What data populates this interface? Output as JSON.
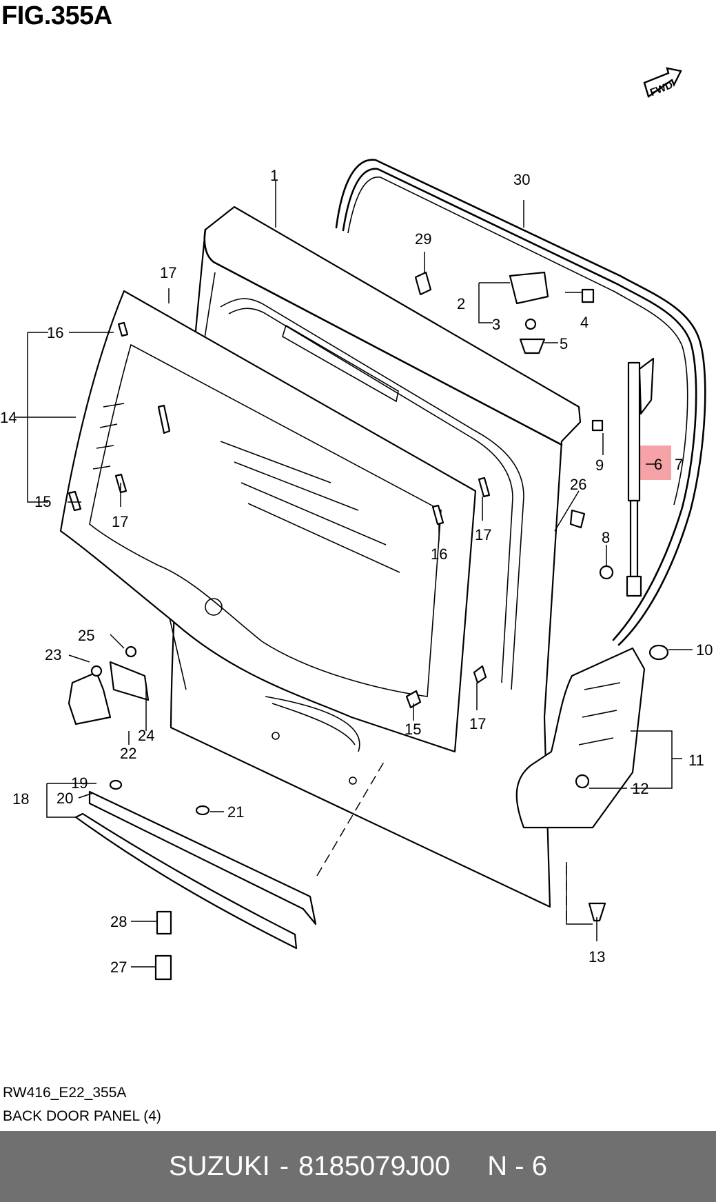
{
  "figure": {
    "title": "FIG.355A",
    "code": "RW416_E22_355A",
    "name": "BACK DOOR PANEL (4)",
    "direction_badge": "FWD"
  },
  "highlight": {
    "part": "6",
    "color": "#f5a3a7"
  },
  "callouts": [
    "1",
    "2",
    "3",
    "4",
    "5",
    "6",
    "7",
    "8",
    "9",
    "10",
    "11",
    "12",
    "13",
    "14",
    "15",
    "15",
    "16",
    "16",
    "17",
    "17",
    "17",
    "17",
    "18",
    "19",
    "20",
    "21",
    "22",
    "23",
    "24",
    "25",
    "26",
    "27",
    "28",
    "29",
    "30"
  ],
  "footer": {
    "brand": "SUZUKI",
    "separator": "-",
    "part_number": "8185079J00",
    "sequence": "N - 6",
    "background": "#707070"
  }
}
